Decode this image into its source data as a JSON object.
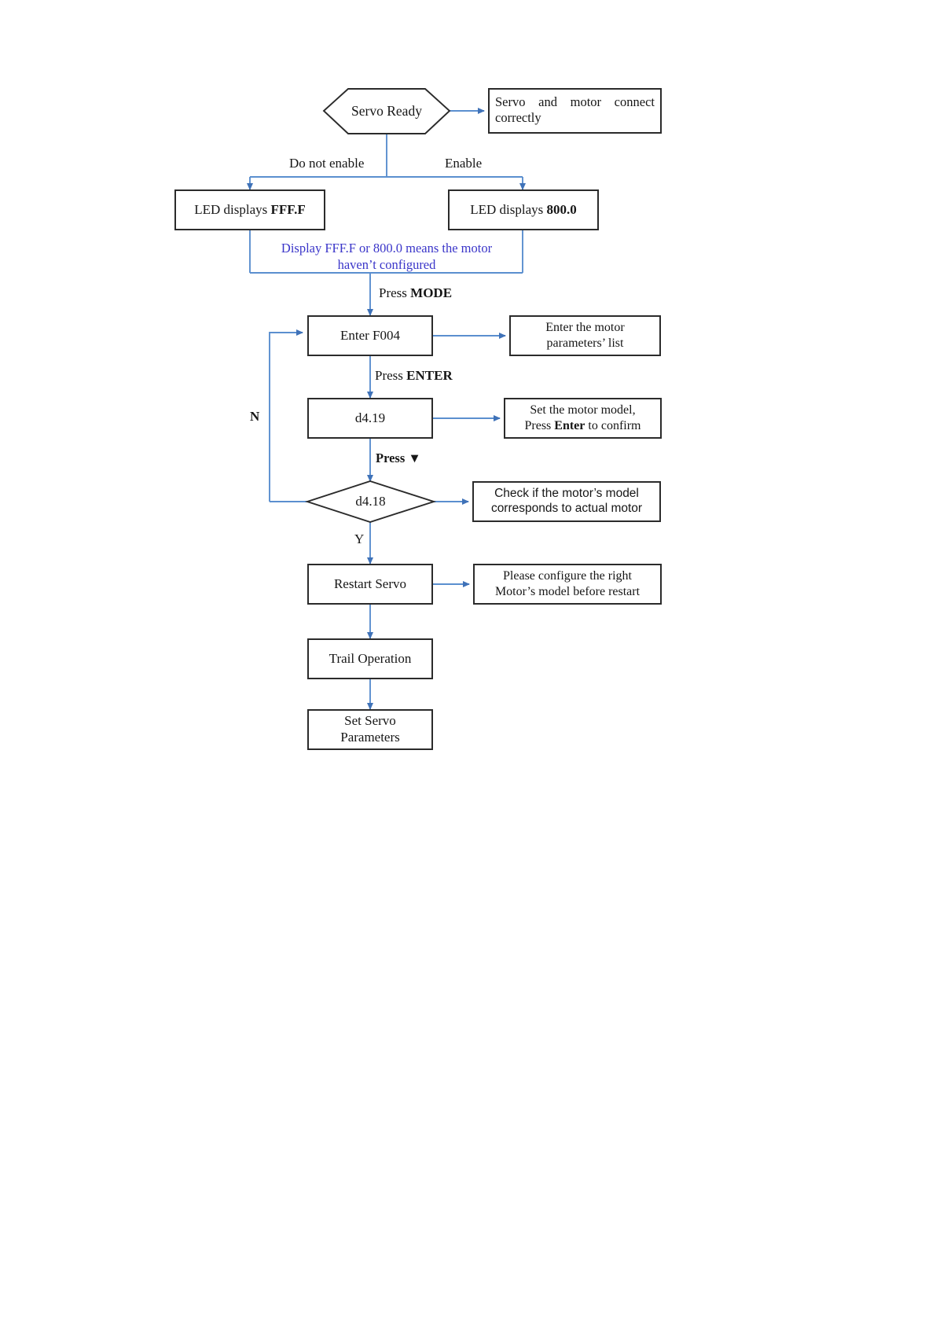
{
  "diagram": {
    "title": "Servo motor configuration flowchart",
    "colors": {
      "connector": "#5b8fcf",
      "node_border": "#3f3f3f",
      "note_text": "#3a35c9",
      "text": "#161616",
      "background": "#ffffff"
    }
  },
  "nodes": {
    "servo_ready": "Servo Ready",
    "servo_motor_connect": "Servo and motor connect correctly",
    "led_fff": {
      "prefix": "LED displays ",
      "value": "FFF.F"
    },
    "led_800": {
      "prefix": "LED displays ",
      "value": "800.0"
    },
    "enter_f004": "Enter F004",
    "enter_motor_params_line1": "Enter the motor",
    "enter_motor_params_line2": "parameters’  list",
    "d419": "d4.19",
    "set_motor_model_line1": "Set the motor model,",
    "set_motor_model_pre": "Press ",
    "set_motor_model_key": "Enter",
    "set_motor_model_post": " to confirm",
    "d418": "d4.18",
    "check_model_line1": "Check if the motor’s model",
    "check_model_line2": "corresponds to actual motor",
    "restart_servo": "Restart Servo",
    "please_configure_line1": "Please configure the right",
    "please_configure_line2": "Motor’s model before restart",
    "trail_operation": "Trail Operation",
    "set_servo_params_line1": "Set Servo",
    "set_servo_params_line2": "Parameters"
  },
  "edge_labels": {
    "do_not_enable": "Do not enable",
    "enable": "Enable",
    "press_mode_pre": "Press ",
    "press_mode_key": "MODE",
    "press_enter_pre": "Press ",
    "press_enter_key": "ENTER",
    "press_down_pre": "Press ",
    "press_down_key": "▼",
    "branch_no": "N",
    "branch_yes": "Y"
  },
  "notes": {
    "display_means": "Display FFF.F or 800.0 means the motor\nhaven’t configured"
  }
}
